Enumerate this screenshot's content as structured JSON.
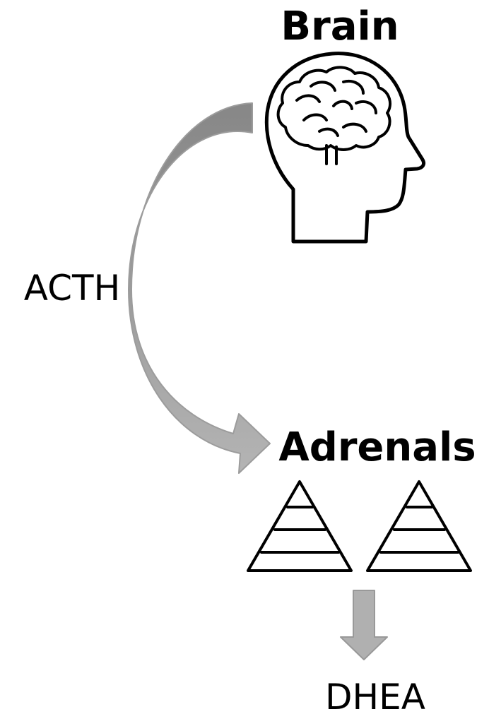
{
  "nodes": {
    "brain": {
      "label": "Brain",
      "icon": "head-brain-icon"
    },
    "adrenals": {
      "label": "Adrenals",
      "icon": "adrenal-glands-icon"
    },
    "dhea": {
      "label": "DHEA"
    }
  },
  "edges": {
    "acth": {
      "label": "ACTH",
      "from": "Brain",
      "to": "Adrenals"
    },
    "dhea_output": {
      "from": "Adrenals",
      "to": "DHEA"
    }
  },
  "colors": {
    "arrow_fill_dark": "#8a8a8a",
    "arrow_fill_light": "#b3b3b3",
    "arrow_stroke": "#9a9a9a",
    "text": "#000000",
    "icon_stroke": "#000000"
  }
}
